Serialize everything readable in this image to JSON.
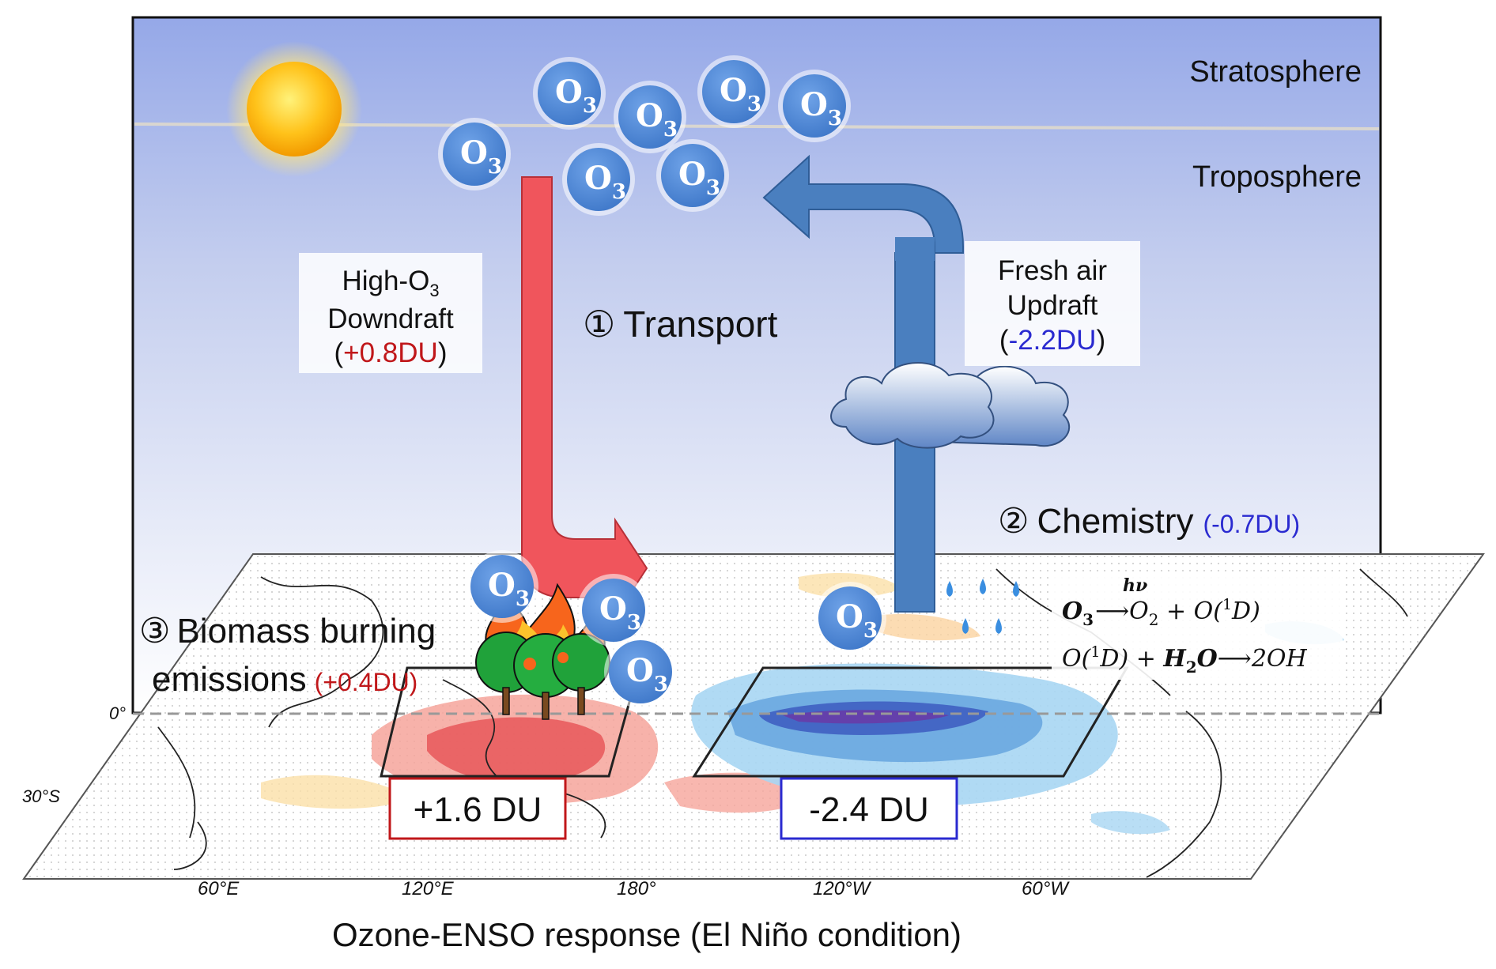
{
  "layers": {
    "stratosphere": "Stratosphere",
    "troposphere": "Troposphere"
  },
  "ozone_symbol": {
    "base": "O",
    "sub": "3"
  },
  "downdraft": {
    "line1_prefix": "High-O",
    "line1_sub": "3",
    "line2": "Downdraft",
    "paren_open": "(",
    "value": "+0.8DU",
    "paren_close": ")"
  },
  "updraft": {
    "line1": "Fresh air",
    "line2": "Updraft",
    "paren_open": "(",
    "value": "-2.2DU",
    "paren_close": ")"
  },
  "transport": {
    "number": "①",
    "label": "Transport"
  },
  "chemistry": {
    "number": "②",
    "label": "Chemistry",
    "value": "(-0.7DU)"
  },
  "biomass": {
    "number": "③",
    "label_line1": "Biomass burning",
    "label_line2": "emissions",
    "value": "(+0.4DU)"
  },
  "reactions": {
    "r1_reactant": "O",
    "r1_reactant_sub": "3",
    "r1_catalyst": "hν",
    "r1_products": "O",
    "r1_products_sub": "2",
    "r1_rest": " + O(",
    "r1_sup": "1",
    "r1_end": "D)",
    "r2_start": "O(",
    "r2_sup": "1",
    "r2_mid": "D) + ",
    "r2_h": "H",
    "r2_h_sub": "2",
    "r2_o": "O",
    "r2_products": "2OH"
  },
  "map": {
    "lat_labels": [
      "0°",
      "30°S"
    ],
    "lon_labels": [
      "60°E",
      "120°E",
      "180°",
      "120°W",
      "60°W"
    ],
    "west_box": "+1.6 DU",
    "east_box": "-2.4 DU"
  },
  "caption": "Ozone-ENSO response (El Niño condition)",
  "colors": {
    "downdraft": "#f0555c",
    "updraft": "#4a7fbf",
    "ozone": "#4a86d8",
    "positive": "#c0171a",
    "negative": "#2a2ad0"
  }
}
